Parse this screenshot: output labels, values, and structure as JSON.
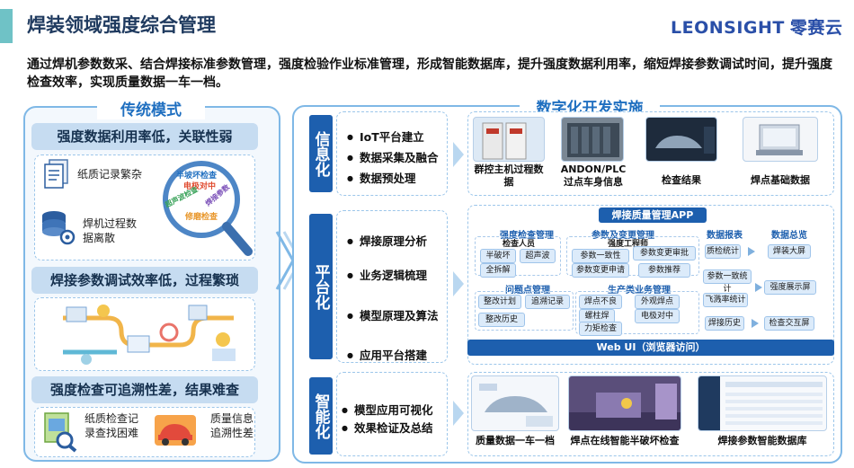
{
  "header": {
    "title": "焊装领域强度综合管理",
    "logo_latin": "LEONSIGHT",
    "logo_cn": "零赛云"
  },
  "intro": "通过焊机参数数采、结合焊接标准参数管理，强度检验作业标准管理，形成智能数据库，提升强度数据利用率，缩短焊接参数调试时间，提升强度检查效率，实现质量数据一车一档。",
  "traditional": {
    "title": "传统模式",
    "problems": [
      {
        "heading": "强度数据利用率低，关联性弱",
        "items": [
          "纸质记录繁杂",
          "焊机过程数据离散"
        ],
        "magnifier_words": [
          "半坡坏检查",
          "电极对中",
          "超声波检查",
          "焊接参数",
          "修磨检查"
        ]
      },
      {
        "heading": "焊接参数调试效率低，过程繁琐"
      },
      {
        "heading": "强度检查可追溯性差，结果难查",
        "items": [
          "纸质检查记录查找困难",
          "质量信息追溯性差"
        ]
      }
    ]
  },
  "digital": {
    "title": "数字化开发实施",
    "phases": [
      {
        "name": "信息化",
        "bullets": [
          "IoT平台建立",
          "数据采集及融合",
          "数据预处理"
        ],
        "sources": [
          "群控主机过程数据",
          "ANDON/PLC过点车身信息",
          "检查结果",
          "焊点基础数据"
        ]
      },
      {
        "name": "平台化",
        "bullets": [
          "焊接原理分析",
          "业务逻辑梳理",
          "模型原理及算法",
          "应用平台搭建"
        ],
        "app_title": "焊接质量管理APP",
        "web_ui": "Web UI（浏览器访问）",
        "modules": {
          "strength": {
            "title": "强度检查管理",
            "role": "检查人员",
            "chips": [
              "半破坏",
              "超声波",
              "全拆解"
            ]
          },
          "param": {
            "title": "参数及变更管理",
            "role": "强度工程师",
            "chips": [
              "参数一致性",
              "参数变更审批",
              "参数变更申请",
              "参数推荐"
            ]
          },
          "issue": {
            "title": "问题点管理",
            "chips": [
              "整改计划",
              "追溯记录",
              "整改历史"
            ]
          },
          "production": {
            "title": "生产类业务管理",
            "chips": [
              "焊点不良",
              "外观焊点",
              "螺柱焊",
              "电极对中",
              "力矩检查"
            ]
          },
          "report": {
            "title": "数据报表",
            "chips": [
              "质检统计",
              "参数一致统计",
              "飞溅率统计",
              "焊接历史"
            ]
          },
          "overview": {
            "title": "数据总览",
            "chips": [
              "焊装大屏",
              "强度展示屏",
              "检查交互屏"
            ]
          }
        }
      },
      {
        "name": "智能化",
        "bullets": [
          "模型应用可视化",
          "效果检证及总结"
        ],
        "results": [
          "质量数据一车一档",
          "焊点在线智能半破坏检查",
          "焊接参数智能数据库"
        ]
      }
    ]
  },
  "colors": {
    "primary": "#1d5fae",
    "accent_teal": "#6fc2c6",
    "panel_border": "#7fb8e6",
    "pill_bg": "#c6dcf1"
  }
}
